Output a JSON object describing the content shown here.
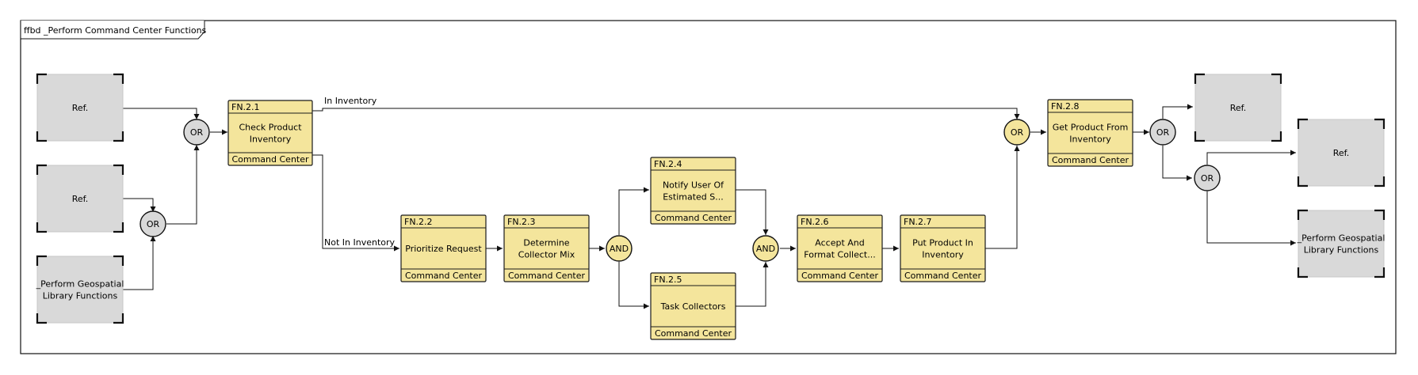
{
  "frame": {
    "title": "ffbd _Perform Command Center Functions"
  },
  "refs": [
    {
      "id": "ref1",
      "label": "Ref."
    },
    {
      "id": "ref2",
      "label": "Ref."
    },
    {
      "id": "ref3",
      "label": "_Perform Geospatial\nLibrary Functions"
    },
    {
      "id": "ref4",
      "label": "Ref."
    },
    {
      "id": "ref5",
      "label": "Ref."
    },
    {
      "id": "ref6",
      "label": "_Perform Geospatial\nLibrary Functions"
    }
  ],
  "functions": [
    {
      "id": "FN.2.1",
      "name": "Check Product\nInventory",
      "performer": "Command Center"
    },
    {
      "id": "FN.2.2",
      "name": "Prioritize Request",
      "performer": "Command Center"
    },
    {
      "id": "FN.2.3",
      "name": "Determine\nCollector Mix",
      "performer": "Command Center"
    },
    {
      "id": "FN.2.4",
      "name": "Notify User Of\nEstimated S...",
      "performer": "Command Center"
    },
    {
      "id": "FN.2.5",
      "name": "Task Collectors",
      "performer": "Command Center"
    },
    {
      "id": "FN.2.6",
      "name": "Accept And\nFormat Collect...",
      "performer": "Command Center"
    },
    {
      "id": "FN.2.7",
      "name": "Put Product In\nInventory",
      "performer": "Command Center"
    },
    {
      "id": "FN.2.8",
      "name": "Get Product From\nInventory",
      "performer": "Command Center"
    }
  ],
  "gates": [
    {
      "id": "g1",
      "label": "OR"
    },
    {
      "id": "g2",
      "label": "OR"
    },
    {
      "id": "g3",
      "label": "AND"
    },
    {
      "id": "g4",
      "label": "AND"
    },
    {
      "id": "g5",
      "label": "OR"
    },
    {
      "id": "g6",
      "label": "OR"
    },
    {
      "id": "g7",
      "label": "OR"
    }
  ],
  "edge_labels": {
    "in_inventory": "In Inventory",
    "not_in_inventory": "Not In Inventory"
  }
}
